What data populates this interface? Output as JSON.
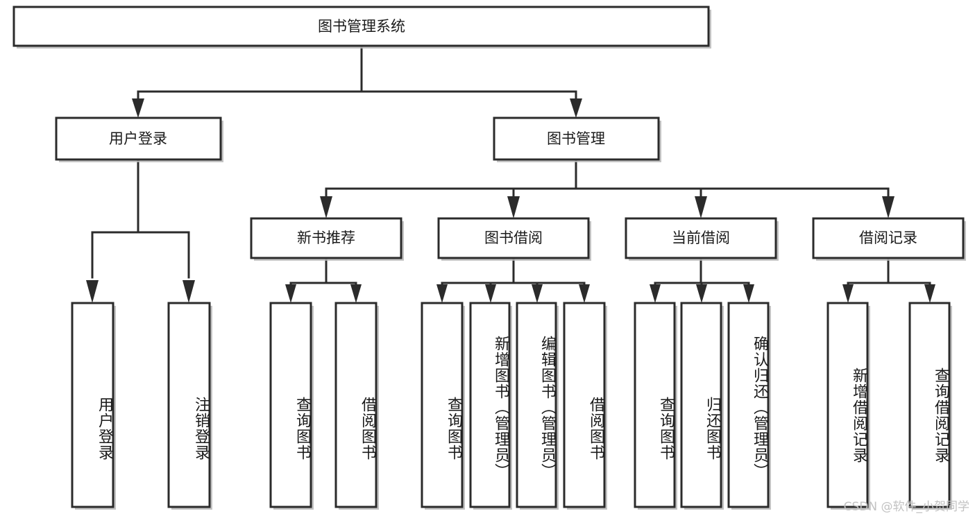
{
  "diagram": {
    "type": "tree",
    "title": "图书管理系统",
    "watermark": "CSDN @软件_小贺同学",
    "background_color": "#ffffff",
    "line_color": "#2b2b2b",
    "box_fill": "#ffffff",
    "root": {
      "id": "root",
      "label": "图书管理系统"
    },
    "level2": [
      {
        "id": "user-login",
        "label": "用户登录"
      },
      {
        "id": "book-manage",
        "label": "图书管理"
      }
    ],
    "level3": [
      {
        "id": "new-book-rec",
        "label": "新书推荐",
        "parent": "book-manage"
      },
      {
        "id": "book-borrow",
        "label": "图书借阅",
        "parent": "book-manage"
      },
      {
        "id": "current-borrow",
        "label": "当前借阅",
        "parent": "book-manage"
      },
      {
        "id": "borrow-record",
        "label": "借阅记录",
        "parent": "book-manage"
      }
    ],
    "leaves": [
      {
        "id": "leaf-user-login",
        "label": "用户登录",
        "parent": "user-login"
      },
      {
        "id": "leaf-user-logout",
        "label": "注销登录",
        "parent": "user-login"
      },
      {
        "id": "leaf-query-book-1",
        "label": "查询图书",
        "parent": "new-book-rec"
      },
      {
        "id": "leaf-borrow-book-1",
        "label": "借阅图书",
        "parent": "new-book-rec"
      },
      {
        "id": "leaf-query-book-2",
        "label": "查询图书",
        "parent": "book-borrow"
      },
      {
        "id": "leaf-add-book",
        "label": "新增图书（管理员）",
        "parent": "book-borrow"
      },
      {
        "id": "leaf-edit-book",
        "label": "编辑图书（管理员）",
        "parent": "book-borrow"
      },
      {
        "id": "leaf-borrow-book-2",
        "label": "借阅图书",
        "parent": "book-borrow"
      },
      {
        "id": "leaf-query-book-3",
        "label": "查询图书",
        "parent": "current-borrow"
      },
      {
        "id": "leaf-return-book",
        "label": "归还图书",
        "parent": "current-borrow"
      },
      {
        "id": "leaf-confirm-return",
        "label": "确认归还（管理员）",
        "parent": "current-borrow"
      },
      {
        "id": "leaf-add-record",
        "label": "新增借阅记录",
        "parent": "borrow-record"
      },
      {
        "id": "leaf-query-record",
        "label": "查询借阅记录",
        "parent": "borrow-record"
      }
    ]
  }
}
